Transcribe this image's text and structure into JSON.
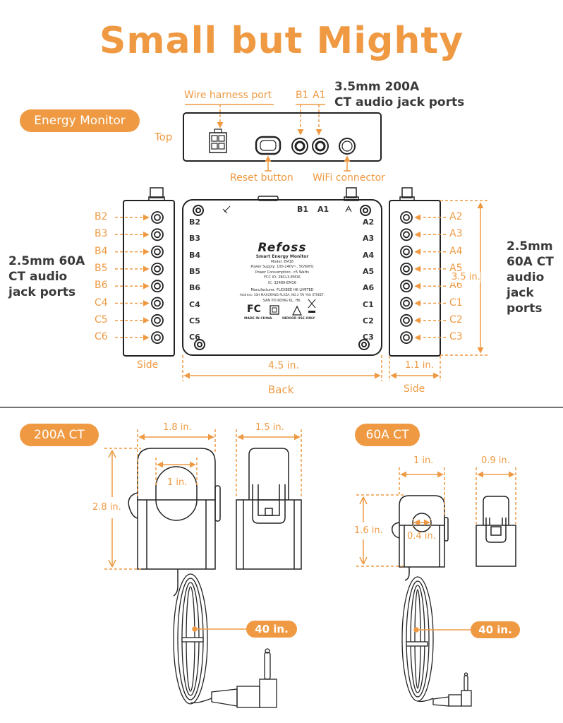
{
  "title": "Small but Mighty",
  "energy_monitor": {
    "badge": "Energy Monitor",
    "top_view": {
      "view_label": "Top",
      "wire_harness_port": "Wire harness port",
      "reset_button": "Reset button",
      "wifi_connector": "WiFi connector",
      "ct_ports_b1": "B1",
      "ct_ports_a1": "A1",
      "ct_200a_title_line1": "3.5mm 200A",
      "ct_200a_title_line2": "CT audio jack ports"
    },
    "left_side": {
      "view_label": "Side",
      "desc_line1": "2.5mm 60A",
      "desc_line2": "CT audio",
      "desc_line3": "jack ports",
      "ports": [
        "B2",
        "B3",
        "B4",
        "B5",
        "B6",
        "C4",
        "C5",
        "C6"
      ]
    },
    "back": {
      "view_label": "Back",
      "width_dim": "4.5 in.",
      "top_labels": [
        "B1",
        "A1"
      ],
      "left_ports": [
        "B2",
        "B3",
        "B4",
        "B5",
        "B6",
        "C4",
        "C5",
        "C6"
      ],
      "right_ports": [
        "A2",
        "A3",
        "A4",
        "A5",
        "A6",
        "C1",
        "C2",
        "C3"
      ],
      "sticker": {
        "brand": "Refoss",
        "product": "Smart Energy Monitor",
        "model": "Model: EM16",
        "power_supply": "Power Supply: 100-240V~, 50/60Hz",
        "power_consumption": "Power Consumption: <5 Watts",
        "fcc_id": "FCC ID: 2BCL3-EM16",
        "ic": "IC: 32489-EM16",
        "manufacturer": "Manufacturer: FLEXBEE HK LIMITED",
        "address_line1": "Address: 10H MAXGRAND PLAZA, NO.3 TAI YAU STREET,",
        "address_line2": "SAN PO KONG KL, HK.",
        "fc_mark": "FC",
        "made_in": "MADE IN CHINA",
        "indoor": "INDOOR USE ONLY"
      }
    },
    "right_side": {
      "view_label": "Side",
      "width_dim": "1.1 in.",
      "height_dim": "3.5 in.",
      "desc_line1": "2.5mm",
      "desc_line2": "60A CT",
      "desc_line3": "audio",
      "desc_line4": "jack",
      "desc_line5": "ports",
      "ports": [
        "A2",
        "A3",
        "A4",
        "A5",
        "A6",
        "C1",
        "C2",
        "C3"
      ]
    }
  },
  "ct_200a": {
    "badge": "200A CT",
    "width_front": "1.8 in.",
    "width_side": "1.5 in.",
    "opening": "1 in.",
    "height": "2.8 in.",
    "cable_length": "40 in."
  },
  "ct_60a": {
    "badge": "60A CT",
    "width_front": "1 in.",
    "width_side": "0.9 in.",
    "opening": "0.4 in.",
    "height": "1.6 in.",
    "cable_length": "40 in."
  },
  "colors": {
    "accent": "#ef9a43",
    "line": "#222222",
    "text": "#3a3a3a"
  }
}
